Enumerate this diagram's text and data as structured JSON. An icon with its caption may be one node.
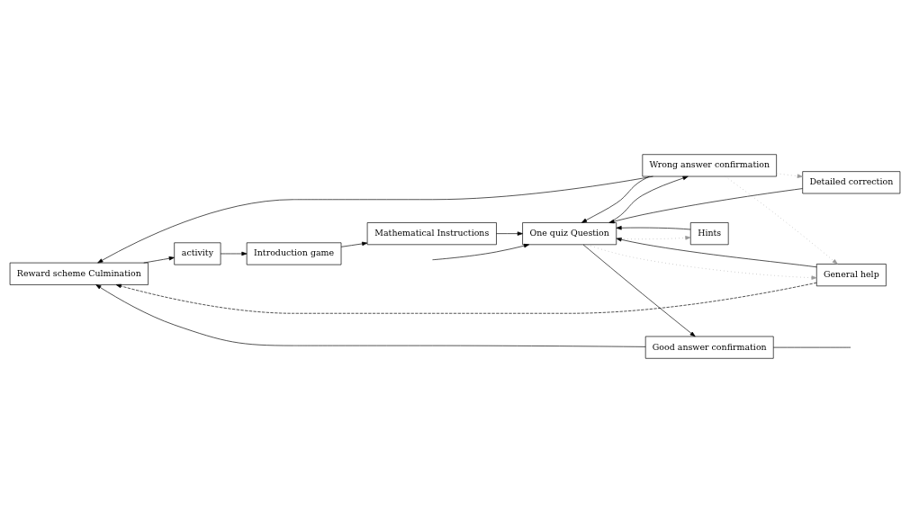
{
  "diagram": {
    "nodes": [
      {
        "text": [
          "Reward scheme Culmination"
        ]
      },
      {
        "text": [
          "activity"
        ]
      },
      {
        "text": [
          "Detailed correction"
        ]
      },
      {
        "text": [
          "Introduction game"
        ]
      },
      {
        "text": [
          "Hints"
        ]
      },
      {
        "text": [
          "General help"
        ]
      },
      {
        "text": [
          "Mathematical Instructions"
        ]
      },
      {
        "text": [
          "One quiz Question"
        ]
      },
      {
        "text": [
          "Wrong answer confirmation"
        ]
      },
      {
        "text": [
          "Good answer confirmation"
        ]
      }
    ],
    "edges": [
      {
        "from": 0,
        "to": 1,
        "arrow": "to"
      },
      {
        "from": 1,
        "to": 3,
        "arrow": "to"
      },
      {
        "from": 3,
        "to": 6,
        "arrow": "to"
      },
      {
        "from": 6,
        "to": 7,
        "arrow": "to"
      },
      {
        "from": 2,
        "to": 7,
        "arrow": "to"
      },
      {
        "from": 4,
        "to": 7,
        "arrow": "to"
      },
      {
        "from": 5,
        "to": 7,
        "arrow": "to"
      },
      {
        "from": 7,
        "to": 4,
        "arrow": "to",
        "style": "dashed",
        "color": "#999999"
      },
      {
        "from": 7,
        "to": 5,
        "arrow": "to",
        "style": "dashed",
        "color": "#999999"
      },
      {
        "from": 8,
        "to": 7,
        "arrow": "to"
      },
      {
        "from": 7,
        "to": 8,
        "arrow": "to"
      },
      {
        "from": 7,
        "to": 9,
        "arrow": "to"
      },
      {
        "from": 8,
        "to": 5,
        "arrow": "to",
        "style": "dashed",
        "color": "#999999"
      },
      {
        "from": 8,
        "to": 2,
        "arrow": "to",
        "style": "dashed",
        "color": "#999999"
      },
      {
        "from": 5,
        "to": 0,
        "arrow": "to",
        "style": "dashed"
      },
      {
        "from": 8,
        "to": 0,
        "arrow": "to"
      },
      {
        "from": 9,
        "to": 0,
        "arrow": "to"
      },
      {
        "from": null,
        "to": 7,
        "arrow": "to"
      },
      {
        "from": 9,
        "to": null,
        "arrow": "none"
      }
    ]
  }
}
